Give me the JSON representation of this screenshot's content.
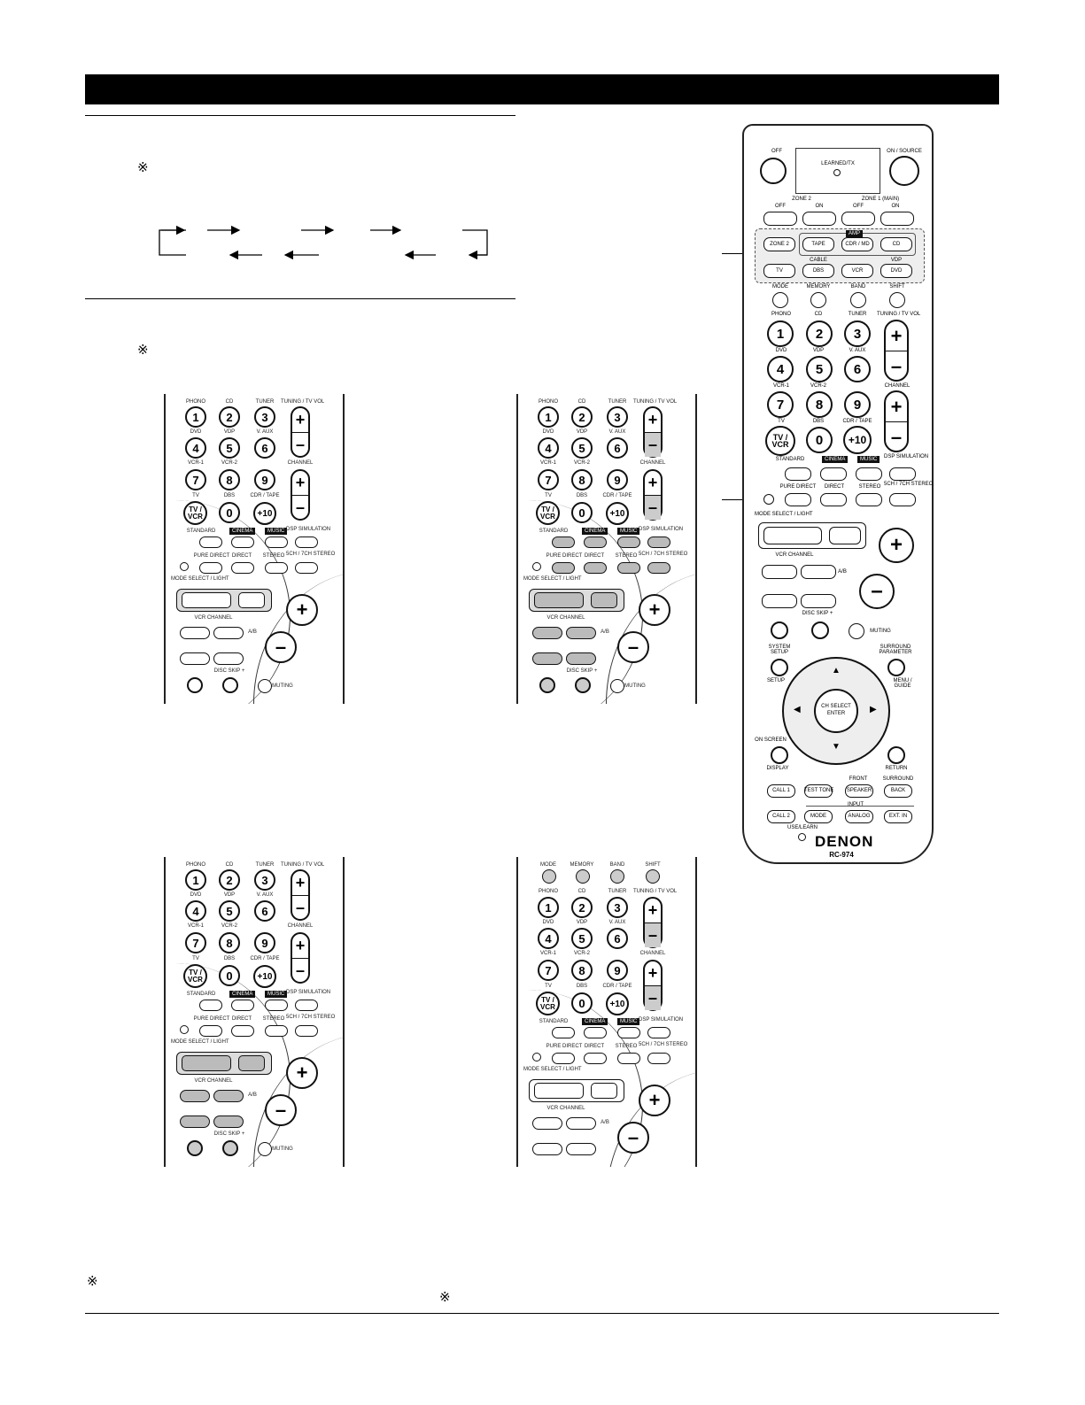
{
  "notes": {
    "mark": "※"
  },
  "keys": {
    "row1": [
      "1",
      "2",
      "3"
    ],
    "row2": [
      "4",
      "5",
      "6"
    ],
    "row3": [
      "7",
      "8",
      "9"
    ],
    "tvvcr": "TV / VCR",
    "zero": "0",
    "plus10": "+10",
    "plus": "+",
    "minus": "–"
  },
  "labels": {
    "phono": "PHONO",
    "cd": "CD",
    "tuner": "TUNER",
    "tuning_vol": "TUNING / TV VOL",
    "dvd": "DVD",
    "vdp": "VDP",
    "vaux": "V. AUX",
    "vcr1": "VCR-1",
    "vcr2": "VCR-2",
    "channel": "CHANNEL",
    "tv": "TV",
    "dbs": "DBS",
    "cdr_tape": "CDR / TAPE",
    "standard": "STANDARD",
    "cinema": "CINEMA",
    "music": "MUSIC",
    "dsp": "DSP SIMULATION",
    "pure_direct": "PURE DIRECT",
    "direct": "DIRECT",
    "stereo": "STEREO",
    "ch_stereo": "5CH / 7CH STEREO",
    "mode_select": "MODE SELECT / LIGHT",
    "vcr_channel": "VCR CHANNEL",
    "ab": "A/B",
    "disc_skip": "DISC SKIP +",
    "muting": "MUTING",
    "mode": "MODE",
    "memory": "MEMORY",
    "band": "BAND",
    "shift": "SHIFT"
  },
  "remote": {
    "off": "OFF",
    "on_source": "ON / SOURCE",
    "learned_tx": "LEARNED/TX",
    "zone2": "ZONE 2",
    "zone1": "ZONE 1 (MAIN)",
    "on": "ON",
    "zone2_btn": "ZONE 2",
    "amp": "AMP",
    "tape": "TAPE",
    "cdr_md": "CDR / MD",
    "cd": "CD",
    "cable": "CABLE",
    "vdp_top": "VDP",
    "tv": "TV",
    "dbs": "DBS",
    "vcr": "VCR",
    "dvd": "DVD",
    "system_setup": "SYSTEM SETUP",
    "setup": "SETUP",
    "surround_parameter": "SURROUND PARAMETER",
    "menu_guide": "MENU / GUIDE",
    "ch_select": "CH SELECT",
    "enter": "ENTER",
    "on_screen": "ON SCREEN",
    "display": "DISPLAY",
    "return": "RETURN",
    "front": "FRONT",
    "surround": "SURROUND",
    "call1": "CALL 1",
    "test_tone": "TEST TONE",
    "speaker": "SPEAKER",
    "back": "BACK",
    "input": "INPUT",
    "call2": "CALL 2",
    "mode": "MODE",
    "analog": "ANALOG",
    "ext_in": "EXT. IN",
    "use_learn": "USE/LEARN",
    "brand": "DENON",
    "model": "RC-974"
  }
}
